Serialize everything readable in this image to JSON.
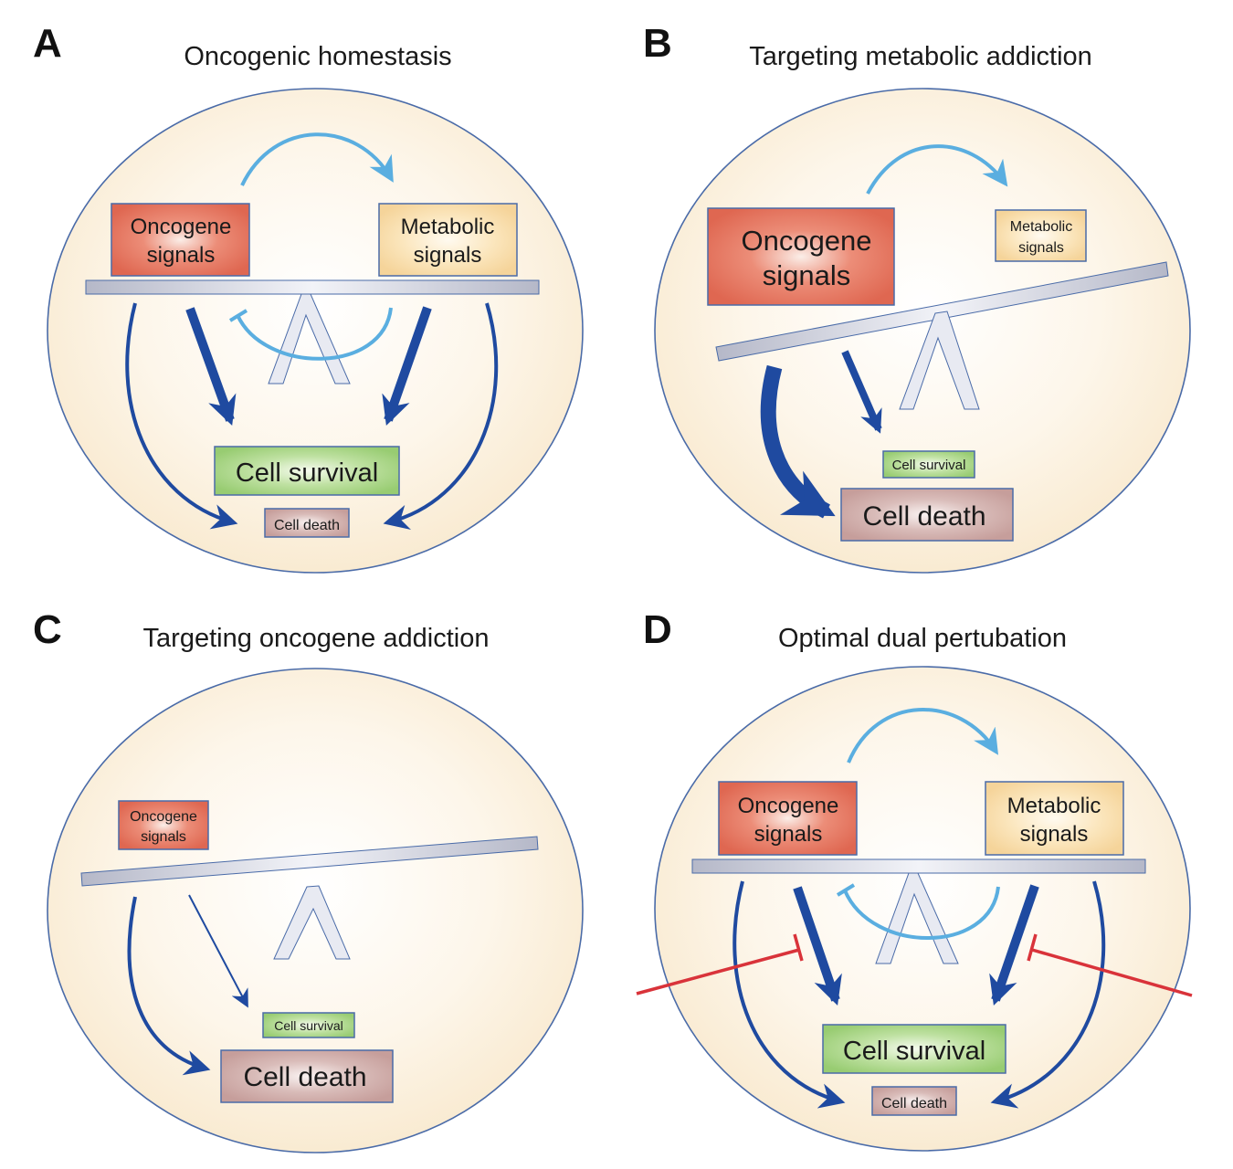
{
  "colors": {
    "cell_fill": "#fbf0dc",
    "cell_stroke": "#4a6ba8",
    "oncogene_fill": "#e06a55",
    "metabolic_fill": "#f7d9a0",
    "survival_fill": "#9fd07a",
    "death_fill": "#c9a3a0",
    "dark_arrow": "#1f4aa0",
    "light_arrow": "#5aaee0",
    "inhibitor": "#d9333a",
    "beam": "#c3c6d4"
  },
  "panels": [
    {
      "letter": "A",
      "title": "Oncogenic homestasis",
      "oncogene": {
        "line1": "Oncogene",
        "line2": "signals"
      },
      "metabolic": {
        "line1": "Metabolic",
        "line2": "signals"
      },
      "survival": "Cell survival",
      "death": "Cell death"
    },
    {
      "letter": "B",
      "title": "Targeting metabolic addiction",
      "oncogene": {
        "line1": "Oncogene",
        "line2": "signals"
      },
      "metabolic": {
        "line1": "Metabolic",
        "line2": "signals"
      },
      "survival": "Cell survival",
      "death": "Cell death"
    },
    {
      "letter": "C",
      "title": "Targeting oncogene addiction",
      "oncogene": {
        "line1": "Oncogene",
        "line2": "signals"
      },
      "survival": "Cell survival",
      "death": "Cell death"
    },
    {
      "letter": "D",
      "title": "Optimal dual pertubation",
      "oncogene": {
        "line1": "Oncogene",
        "line2": "signals"
      },
      "metabolic": {
        "line1": "Metabolic",
        "line2": "signals"
      },
      "survival": "Cell survival",
      "death": "Cell death"
    }
  ]
}
